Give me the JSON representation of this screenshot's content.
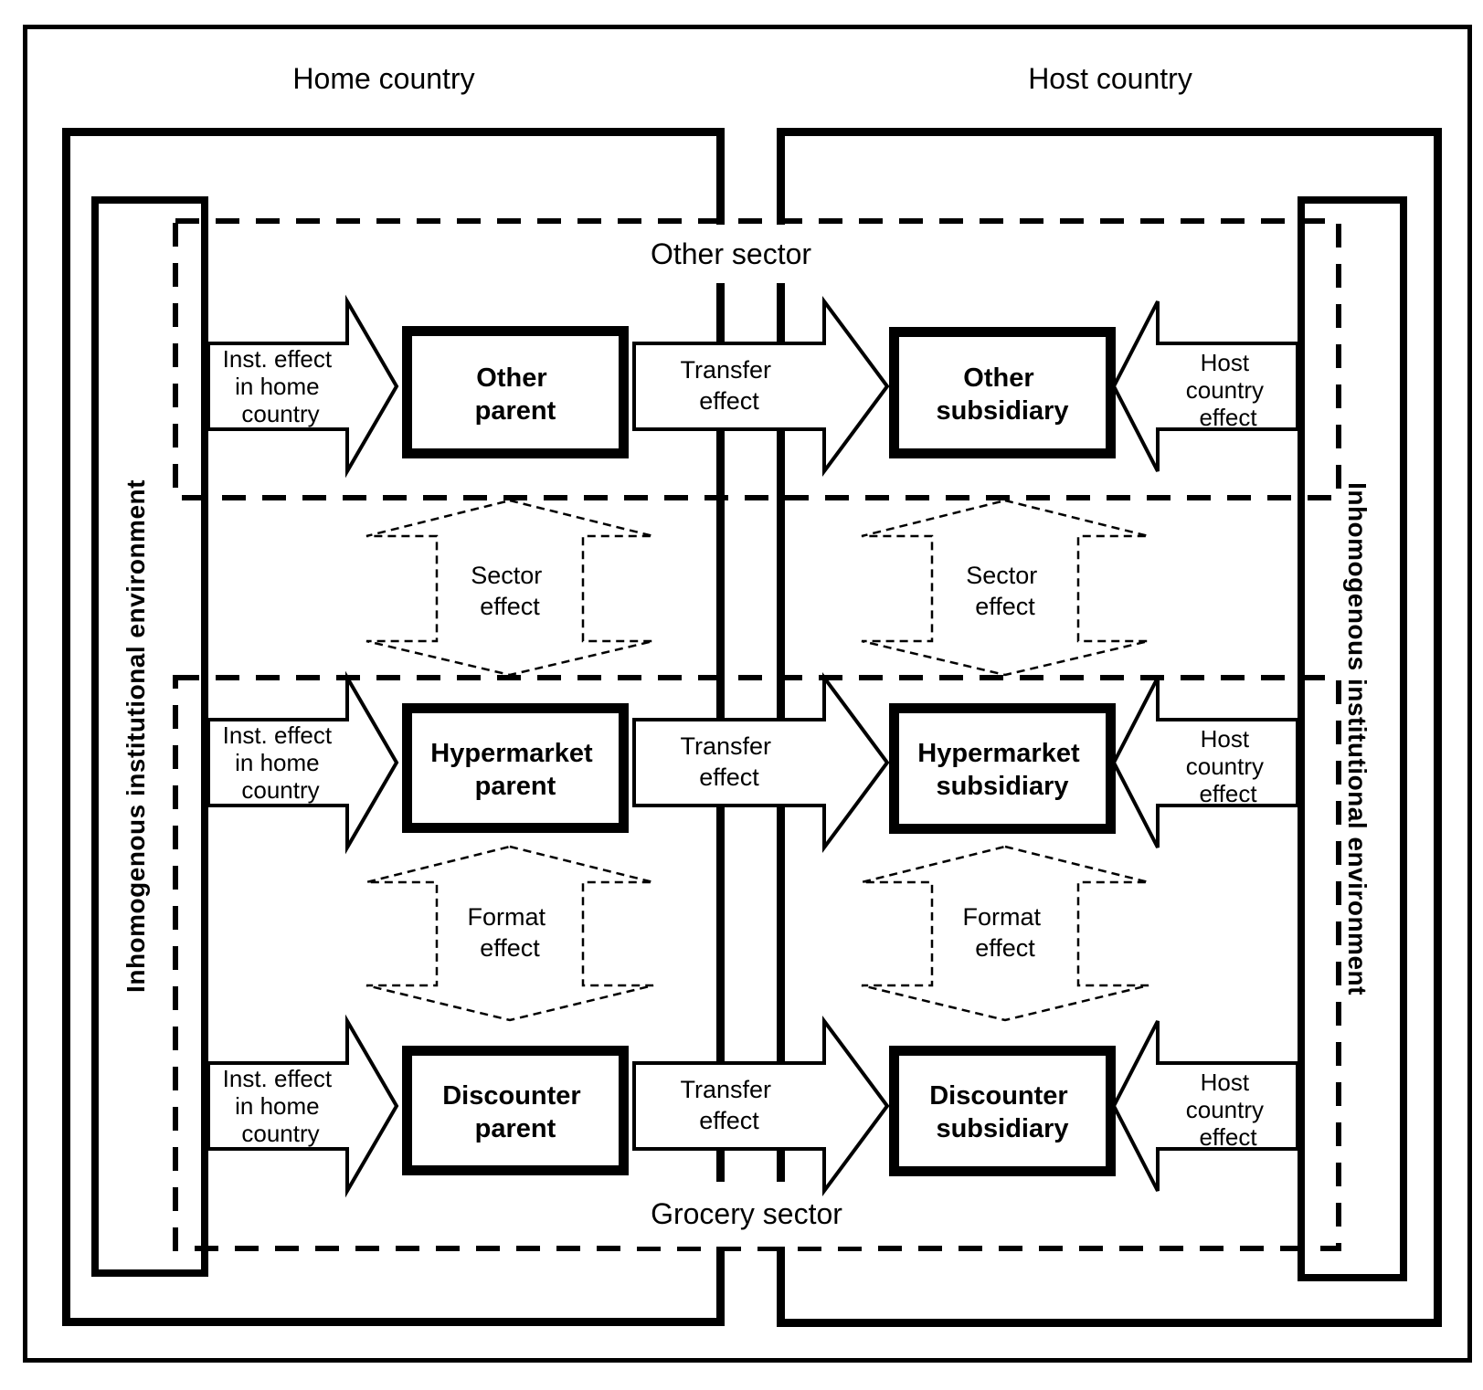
{
  "header": {
    "home": "Home country",
    "host": "Host country"
  },
  "environment": {
    "left": "Inhomogenous institutional environment",
    "right": "Inhomogenous institutional environment"
  },
  "sectors": {
    "other": "Other sector",
    "grocery": "Grocery sector"
  },
  "entities": {
    "other_parent": [
      "Other",
      "parent"
    ],
    "other_subsidiary": [
      "Other",
      "subsidiary"
    ],
    "hypermarket_parent": [
      "Hypermarket",
      "parent"
    ],
    "hypermarket_subsidiary": [
      "Hypermarket",
      "subsidiary"
    ],
    "discounter_parent": [
      "Discounter",
      "parent"
    ],
    "discounter_subsidiary": [
      "Discounter",
      "subsidiary"
    ]
  },
  "effects": {
    "inst": [
      "Inst. effect",
      "in home",
      "country"
    ],
    "transfer": [
      "Transfer",
      "effect"
    ],
    "host": [
      "Host",
      "country",
      "effect"
    ],
    "sector": [
      "Sector",
      "effect"
    ],
    "format": [
      "Format",
      "effect"
    ]
  },
  "colors": {
    "ink": "#000000",
    "paper": "#ffffff"
  }
}
